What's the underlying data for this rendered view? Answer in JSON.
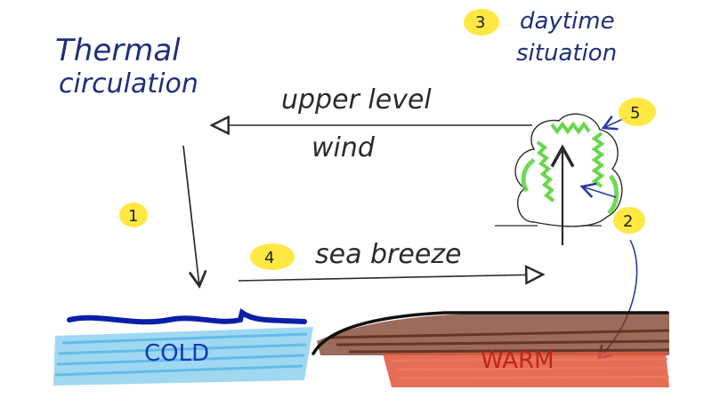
{
  "title": {
    "line1": "Thermal",
    "line2": "circulation"
  },
  "situation": {
    "line1": "daytime",
    "line2": "situation"
  },
  "labels": {
    "upper_level": "upper level",
    "wind": "wind",
    "sea_breeze": "sea breeze",
    "cold": "COLD",
    "warm": "WARM"
  },
  "steps": {
    "s1": "1",
    "s2": "2",
    "s3": "3",
    "s4": "4",
    "s5": "5"
  },
  "colors": {
    "ink": "#2b2b2b",
    "title_blue": "#1f2f7a",
    "highlight": "#ffe62e",
    "cloud": "#5ad13a",
    "water_dark": "#0a1fa8",
    "water_light": "#52b8e6",
    "land_dark": "#5a2a18",
    "land_warm": "#e0553a"
  }
}
